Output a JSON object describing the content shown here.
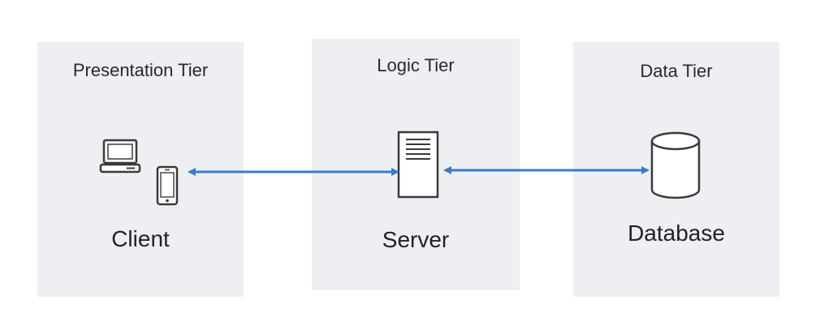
{
  "tiers": [
    {
      "title": "Presentation Tier",
      "node_label": "Client",
      "icons": [
        "laptop-icon",
        "smartphone-icon"
      ]
    },
    {
      "title": "Logic Tier",
      "node_label": "Server",
      "icons": [
        "server-icon"
      ]
    },
    {
      "title": "Data Tier",
      "node_label": "Database",
      "icons": [
        "database-icon"
      ]
    }
  ],
  "connections": [
    {
      "from": "Client",
      "to": "Server",
      "direction": "bidirectional"
    },
    {
      "from": "Server",
      "to": "Database",
      "direction": "bidirectional"
    }
  ],
  "colors": {
    "tier_background": "#eeeff3",
    "arrow": "#3b7cc4",
    "icon_stroke": "#3a3a3a"
  }
}
